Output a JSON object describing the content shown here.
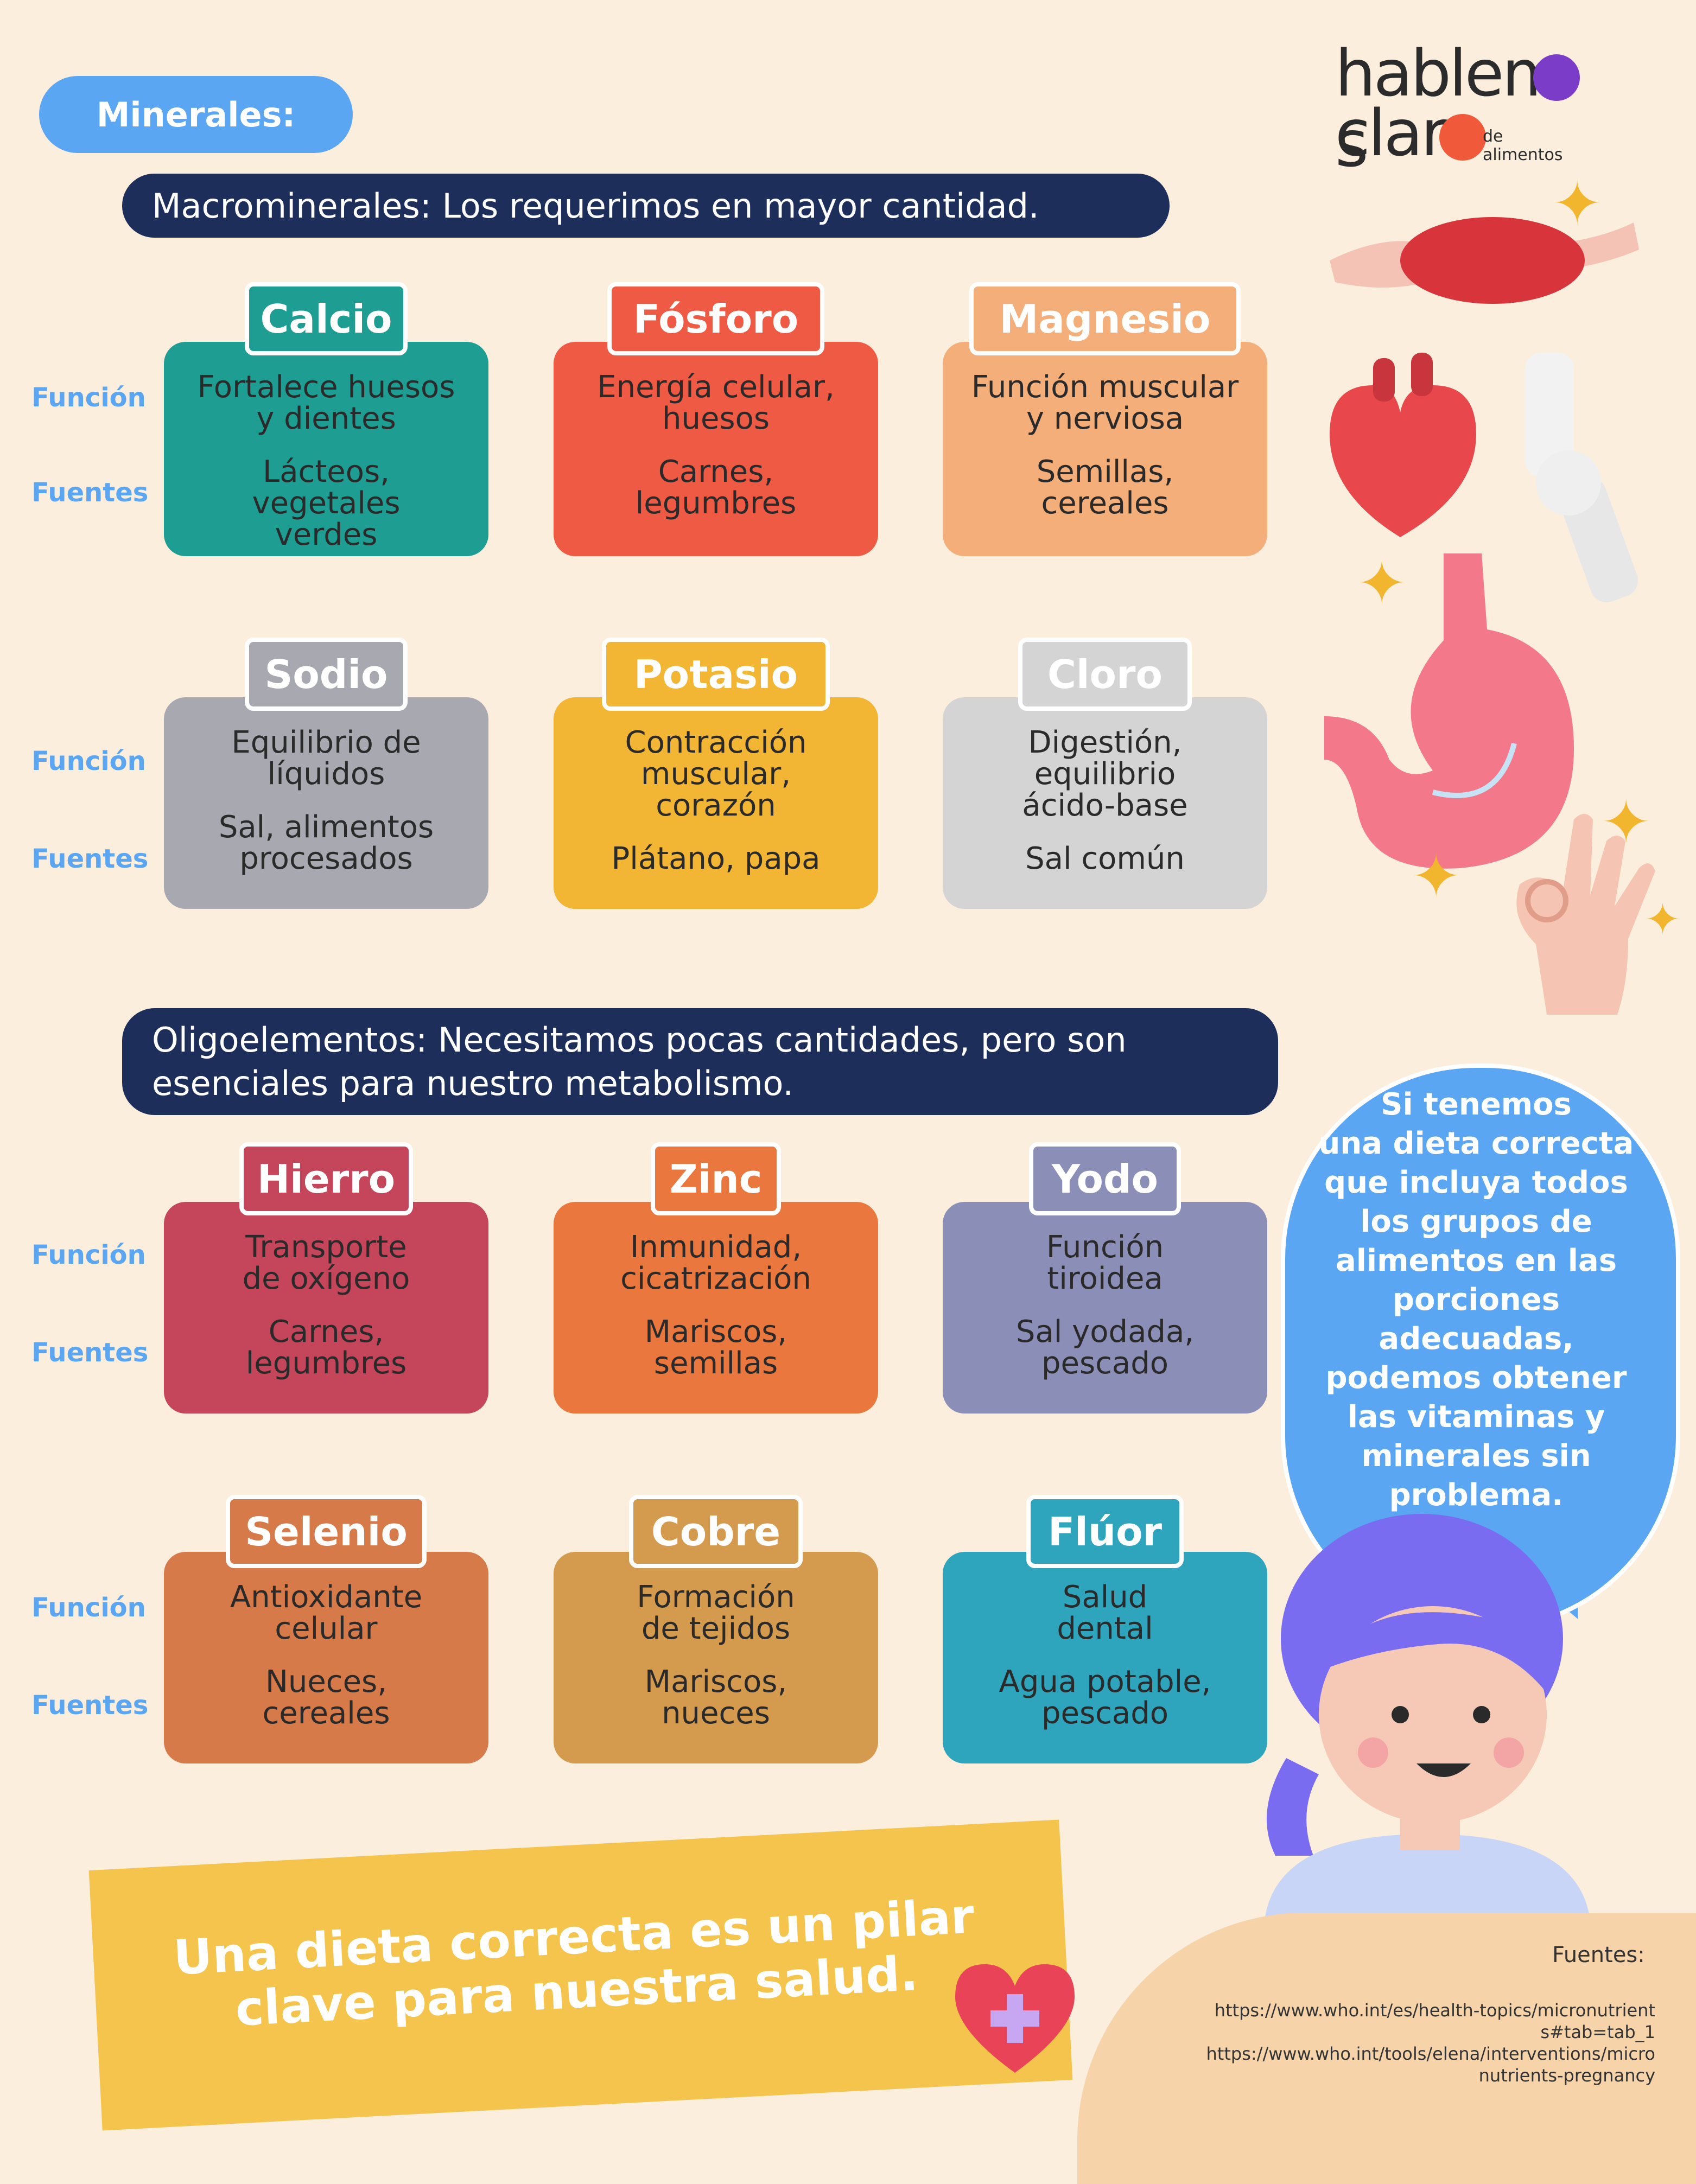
{
  "header": {
    "pill_label": "Minerales:"
  },
  "logo": {
    "line1": "hablem",
    "line1_end": "s",
    "line2": "clar",
    "sub1": "de",
    "sub2": "alimentos"
  },
  "side_labels": {
    "funcion": "Función",
    "fuentes": "Fuentes"
  },
  "macro_banner": "Macrominerales: Los requerimos en mayor cantidad.",
  "oligo_banner_line1": "Oligoelementos: Necesitamos pocas cantidades, pero son",
  "oligo_banner_line2": "esenciales para nuestro metabolismo.",
  "cards": [
    {
      "name": "Calcio",
      "funcion": [
        "Fortalece huesos",
        "y dientes"
      ],
      "fuentes": [
        "Lácteos,",
        "vegetales",
        "verdes"
      ],
      "color": "#1e9e93",
      "tab_color": "#1e9e93"
    },
    {
      "name": "Fósforo",
      "funcion": [
        "Energía celular,",
        "huesos"
      ],
      "fuentes": [
        "Carnes,",
        "legumbres"
      ],
      "color": "#ef5a44",
      "tab_color": "#ef5a44"
    },
    {
      "name": "Magnesio",
      "funcion": [
        "Función muscular",
        "y nerviosa"
      ],
      "fuentes": [
        "Semillas,",
        "cereales"
      ],
      "color": "#f3ae7a",
      "tab_color": "#f3ae7a"
    },
    {
      "name": "Sodio",
      "funcion": [
        "Equilibrio de",
        "líquidos"
      ],
      "fuentes": [
        "Sal, alimentos",
        "procesados"
      ],
      "color": "#a8a9b0",
      "tab_color": "#a8a9b0"
    },
    {
      "name": "Potasio",
      "funcion": [
        "Contracción",
        "muscular,",
        "corazón"
      ],
      "fuentes": [
        "Plátano, papa"
      ],
      "color": "#f2b534",
      "tab_color": "#f2b534"
    },
    {
      "name": "Cloro",
      "funcion": [
        "Digestión,",
        "equilibrio",
        "ácido-base"
      ],
      "fuentes": [
        "Sal común"
      ],
      "color": "#d4d4d4",
      "tab_color": "#d4d4d4"
    },
    {
      "name": "Hierro",
      "funcion": [
        "Transporte",
        "de oxígeno"
      ],
      "fuentes": [
        "Carnes,",
        "legumbres"
      ],
      "color": "#c5455a",
      "tab_color": "#c5455a"
    },
    {
      "name": "Zinc",
      "funcion": [
        "Inmunidad,",
        "cicatrización"
      ],
      "fuentes": [
        "Mariscos,",
        "semillas"
      ],
      "color": "#ea773d",
      "tab_color": "#ea773d"
    },
    {
      "name": "Yodo",
      "funcion": [
        "Función",
        "tiroidea"
      ],
      "fuentes": [
        "Sal yodada,",
        "pescado"
      ],
      "color": "#8b8fb8",
      "tab_color": "#8b8fb8"
    },
    {
      "name": "Selenio",
      "funcion": [
        "Antioxidante",
        "celular"
      ],
      "fuentes": [
        "Nueces,",
        "cereales"
      ],
      "color": "#d77a4a",
      "tab_color": "#d77a4a"
    },
    {
      "name": "Cobre",
      "funcion": [
        "Formación",
        "de tejidos"
      ],
      "fuentes": [
        "Mariscos,",
        "nueces"
      ],
      "color": "#d49a4e",
      "tab_color": "#d49a4e"
    },
    {
      "name": "Flúor",
      "funcion": [
        "Salud",
        "dental"
      ],
      "fuentes": [
        "Agua potable,",
        "pescado"
      ],
      "color": "#2ea5bd",
      "tab_color": "#2ea5bd"
    }
  ],
  "bubble_text": [
    "Si tenemos",
    "una dieta correcta",
    "que incluya todos",
    "los grupos de",
    "alimentos en las",
    "porciones",
    "adecuadas,",
    "podemos obtener",
    "las vitaminas y",
    "minerales sin",
    "problema."
  ],
  "slogan_line1": "Una dieta correcta es un pilar",
  "slogan_line2": "clave para nuestra salud.",
  "sources": {
    "title": "Fuentes:",
    "links": [
      "https://www.who.int/es/health-topics/micronutrient",
      "s#tab=tab_1",
      "https://www.who.int/tools/elena/interventions/micro",
      "nutrients-pregnancy"
    ]
  }
}
